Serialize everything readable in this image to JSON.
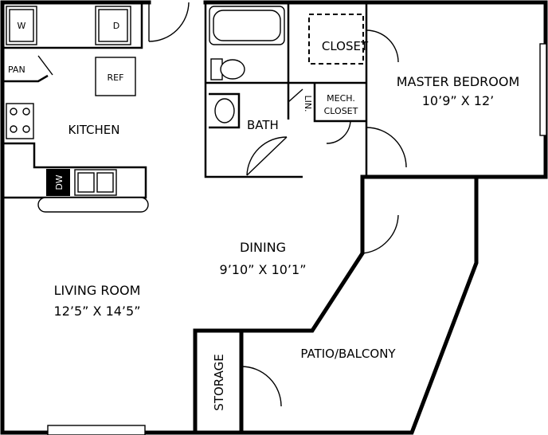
{
  "rooms": {
    "master_bedroom": {
      "name": "MASTER BEDROOM",
      "size": "10’9” X 12’"
    },
    "dining": {
      "name": "DINING",
      "size": "9’10” X 10’1”"
    },
    "living_room": {
      "name": "LIVING ROOM",
      "size": "12’5” X 14’5”"
    },
    "kitchen": {
      "name": "KITCHEN"
    },
    "bath": {
      "name": "BATH"
    },
    "closet": {
      "name": "CLOSET"
    },
    "mech_closet": {
      "line1": "MECH.",
      "line2": "CLOSET"
    },
    "linen": {
      "name": "LIN."
    },
    "pantry": {
      "name": "PAN"
    },
    "patio": {
      "name": "PATIO/BALCONY"
    },
    "storage": {
      "name": "STORAGE"
    }
  },
  "appliances": {
    "washer": "W",
    "dryer": "D",
    "refrigerator": "REF",
    "dishwasher": "DW"
  }
}
